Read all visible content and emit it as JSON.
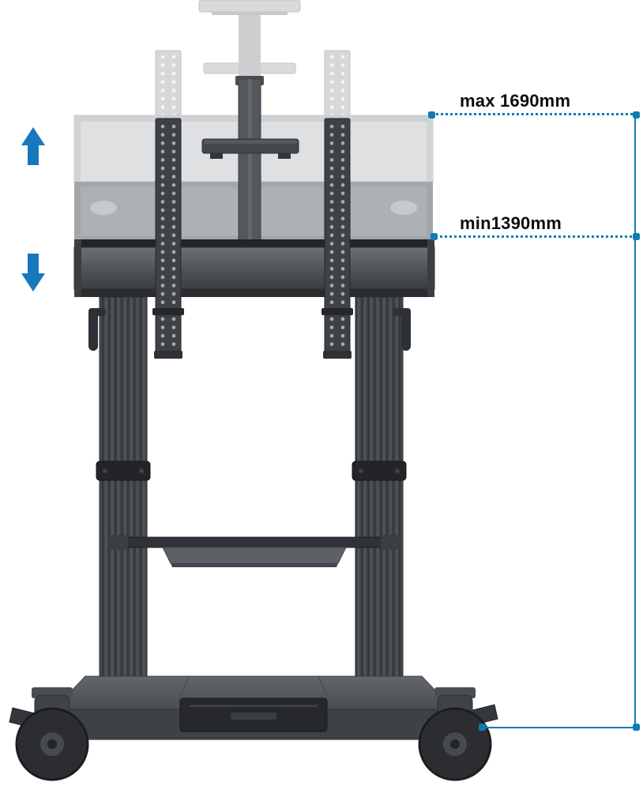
{
  "annotations": {
    "max_label": "max 1690mm",
    "min_label": "min1390mm"
  },
  "colors": {
    "dimension_line": "#0e7cb3",
    "arrow_blue": "#1878bc",
    "label_text": "#0c0d0f",
    "stand_dark_gray": "#3e4146",
    "stand_mid_gray": "#54575c",
    "ghost_light_gray": "#dee0e2",
    "background": "#ffffff"
  },
  "icons": {
    "raise_arrow": "up-arrow",
    "lower_arrow": "down-arrow",
    "endpoint_dot": "square-dot"
  }
}
